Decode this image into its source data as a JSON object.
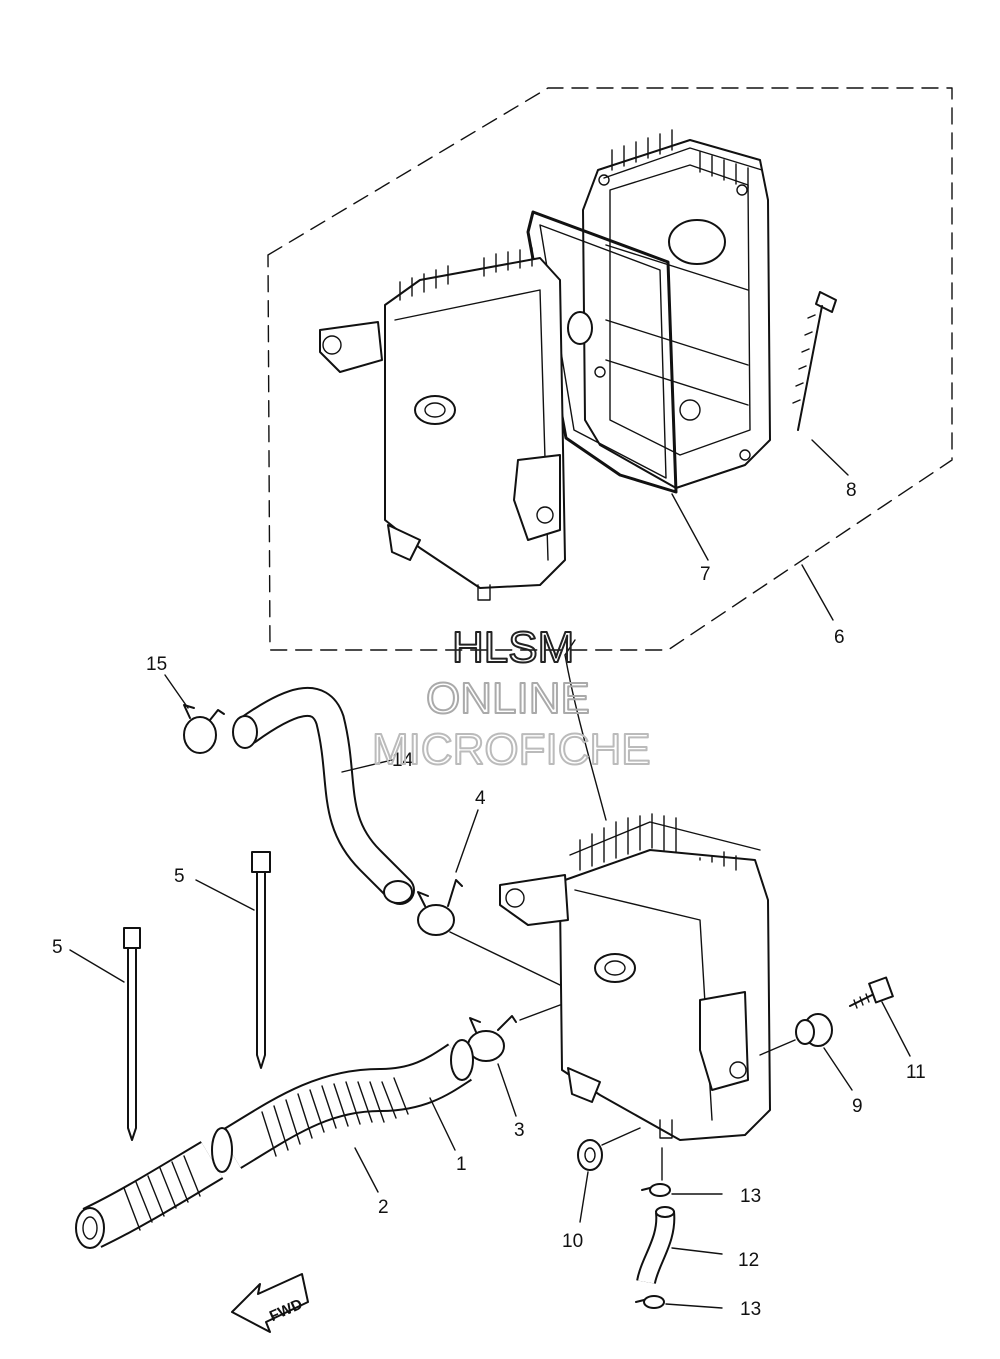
{
  "watermark": {
    "line1": "HLSM",
    "line2": "ONLINE",
    "line3": "MICROFICHE"
  },
  "direction_marker": "FWD",
  "callouts": [
    {
      "id": "1",
      "label": "1"
    },
    {
      "id": "2",
      "label": "2"
    },
    {
      "id": "3",
      "label": "3"
    },
    {
      "id": "4",
      "label": "4"
    },
    {
      "id": "5a",
      "label": "5"
    },
    {
      "id": "5b",
      "label": "5"
    },
    {
      "id": "6",
      "label": "6"
    },
    {
      "id": "7",
      "label": "7"
    },
    {
      "id": "8",
      "label": "8"
    },
    {
      "id": "9",
      "label": "9"
    },
    {
      "id": "10",
      "label": "10"
    },
    {
      "id": "11",
      "label": "11"
    },
    {
      "id": "12",
      "label": "12"
    },
    {
      "id": "13a",
      "label": "13"
    },
    {
      "id": "13b",
      "label": "13"
    },
    {
      "id": "14",
      "label": "14"
    },
    {
      "id": "15",
      "label": "15"
    }
  ]
}
